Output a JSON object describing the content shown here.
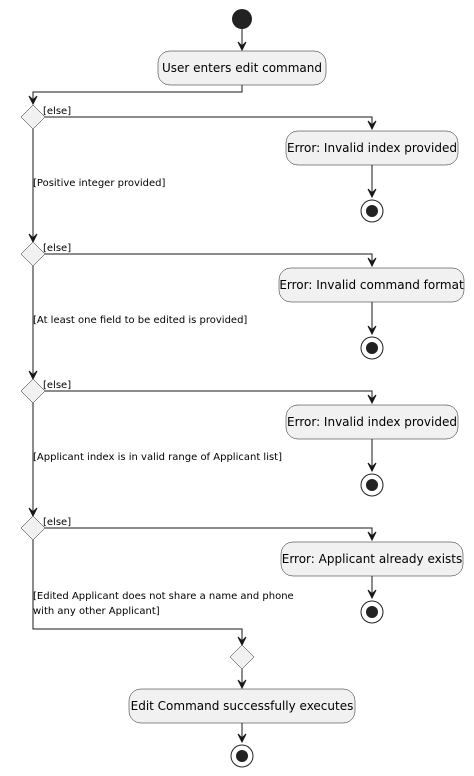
{
  "actions": {
    "enter": "User enters edit command",
    "err_index_1": "Error: Invalid index provided",
    "err_format": "Error: Invalid command format",
    "err_index_2": "Error: Invalid index provided",
    "err_exists": "Error: Applicant already exists",
    "success": "Edit Command successfully executes"
  },
  "guards": {
    "else_1": "[else]",
    "else_2": "[else]",
    "else_3": "[else]",
    "else_4": "[else]",
    "positive_int": "[Positive integer provided]",
    "field_edited": "[At least one field to be edited is provided]",
    "valid_range": "[Applicant index is in valid range of Applicant list]",
    "no_share_line1": "[Edited Applicant does not share a name and phone",
    "no_share_line2": "with any other Applicant]"
  }
}
